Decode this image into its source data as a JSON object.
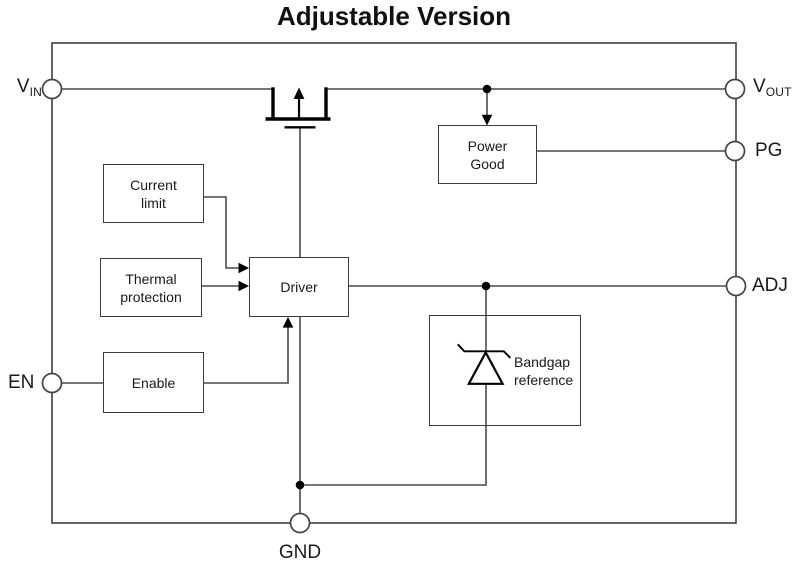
{
  "title": "Adjustable Version",
  "pins": {
    "vin": {
      "main": "V",
      "sub": "IN"
    },
    "vout": {
      "main": "V",
      "sub": "OUT"
    },
    "pg": {
      "label": "PG"
    },
    "adj": {
      "label": "ADJ"
    },
    "en": {
      "label": "EN"
    },
    "gnd": {
      "label": "GND"
    }
  },
  "blocks": {
    "current_limit": {
      "line1": "Current",
      "line2": "limit"
    },
    "thermal_protection": {
      "line1": "Thermal",
      "line2": "protection"
    },
    "driver": {
      "label": "Driver"
    },
    "enable": {
      "label": "Enable"
    },
    "power_good": {
      "line1": "Power",
      "line2": "Good"
    },
    "bandgap_reference": {
      "line1": "Bandgap",
      "line2": "reference"
    }
  },
  "icons": {
    "pass_transistor": "pmos-pass-transistor-icon",
    "bandgap_diode": "zener-diode-icon"
  },
  "colors": {
    "wire": "#4a4a4a",
    "block_border": "#3c3c3c",
    "accent": "#000000",
    "background": "#ffffff",
    "text": "#1a1a1a"
  }
}
